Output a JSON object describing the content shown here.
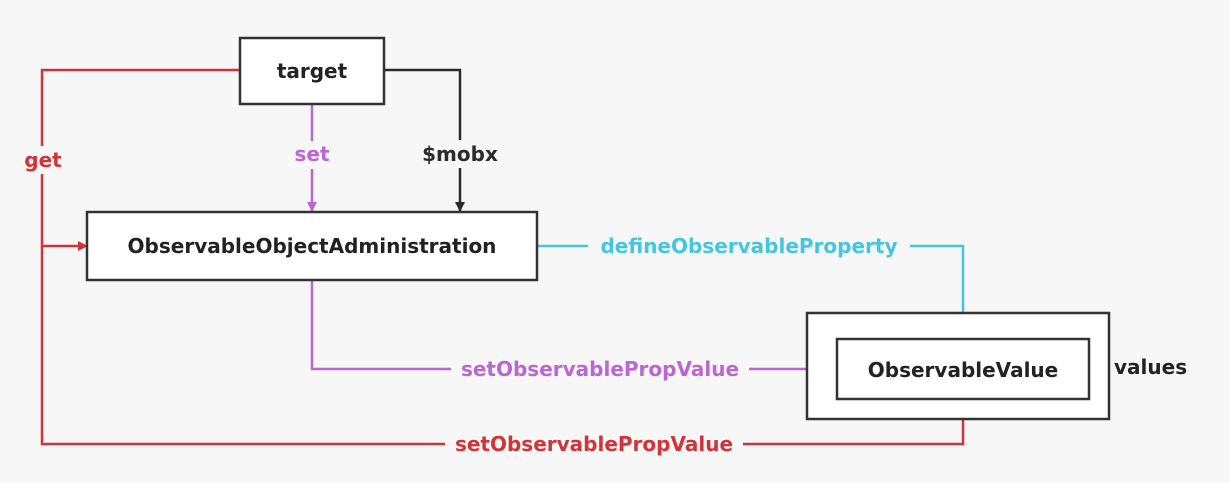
{
  "nodes": {
    "target": "target",
    "admin": "ObservableObjectAdministration",
    "values_container": "values",
    "observable_value": "ObservableValue"
  },
  "edges": {
    "get": "get",
    "set": "set",
    "mobx": "$mobx",
    "define_property": "defineObservableProperty",
    "admin_set_prop": "setObservablePropValue",
    "target_set_prop": "setObservablePropValue"
  },
  "colors": {
    "background": "#f7f7f7",
    "node_border": "#333333",
    "red": "#d13438",
    "purple": "#bb66d2",
    "cyan": "#45c6dd",
    "black": "#2b2b2b"
  }
}
